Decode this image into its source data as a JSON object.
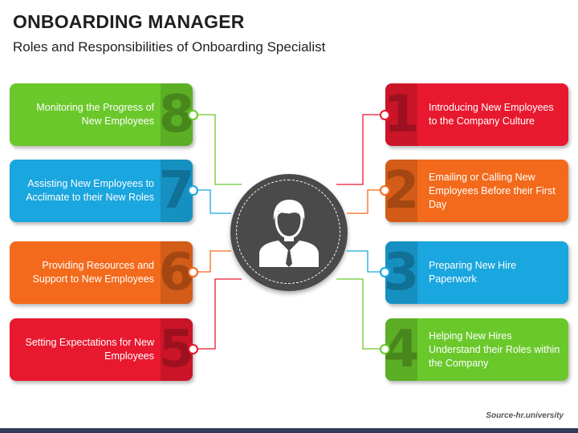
{
  "title": "ONBOARDING MANAGER",
  "subtitle": "Roles and Responsibilities of Onboarding Specialist",
  "source": "Source-hr.university",
  "center_icon": "businessman-icon",
  "items_left": [
    {
      "number": "8",
      "text": "Monitoring the Progress of New Employees",
      "color": "#6ac82b"
    },
    {
      "number": "7",
      "text": "Assisting New Employees to Acclimate to their New Roles",
      "color": "#1aa6de"
    },
    {
      "number": "6",
      "text": "Providing Resources and Support to New Employees",
      "color": "#f36a1c"
    },
    {
      "number": "5",
      "text": "Setting Expectations for New Employees",
      "color": "#e8192f"
    }
  ],
  "items_right": [
    {
      "number": "1",
      "text": "Introducing New Employees to the Company Culture",
      "color": "#e8192f"
    },
    {
      "number": "2",
      "text": "Emailing or Calling New Employees Before their First Day",
      "color": "#f36a1c"
    },
    {
      "number": "3",
      "text": "Preparing New Hire Paperwork",
      "color": "#1aa6de"
    },
    {
      "number": "4",
      "text": "Helping New Hires Understand their Roles within the Company",
      "color": "#6ac82b"
    }
  ]
}
